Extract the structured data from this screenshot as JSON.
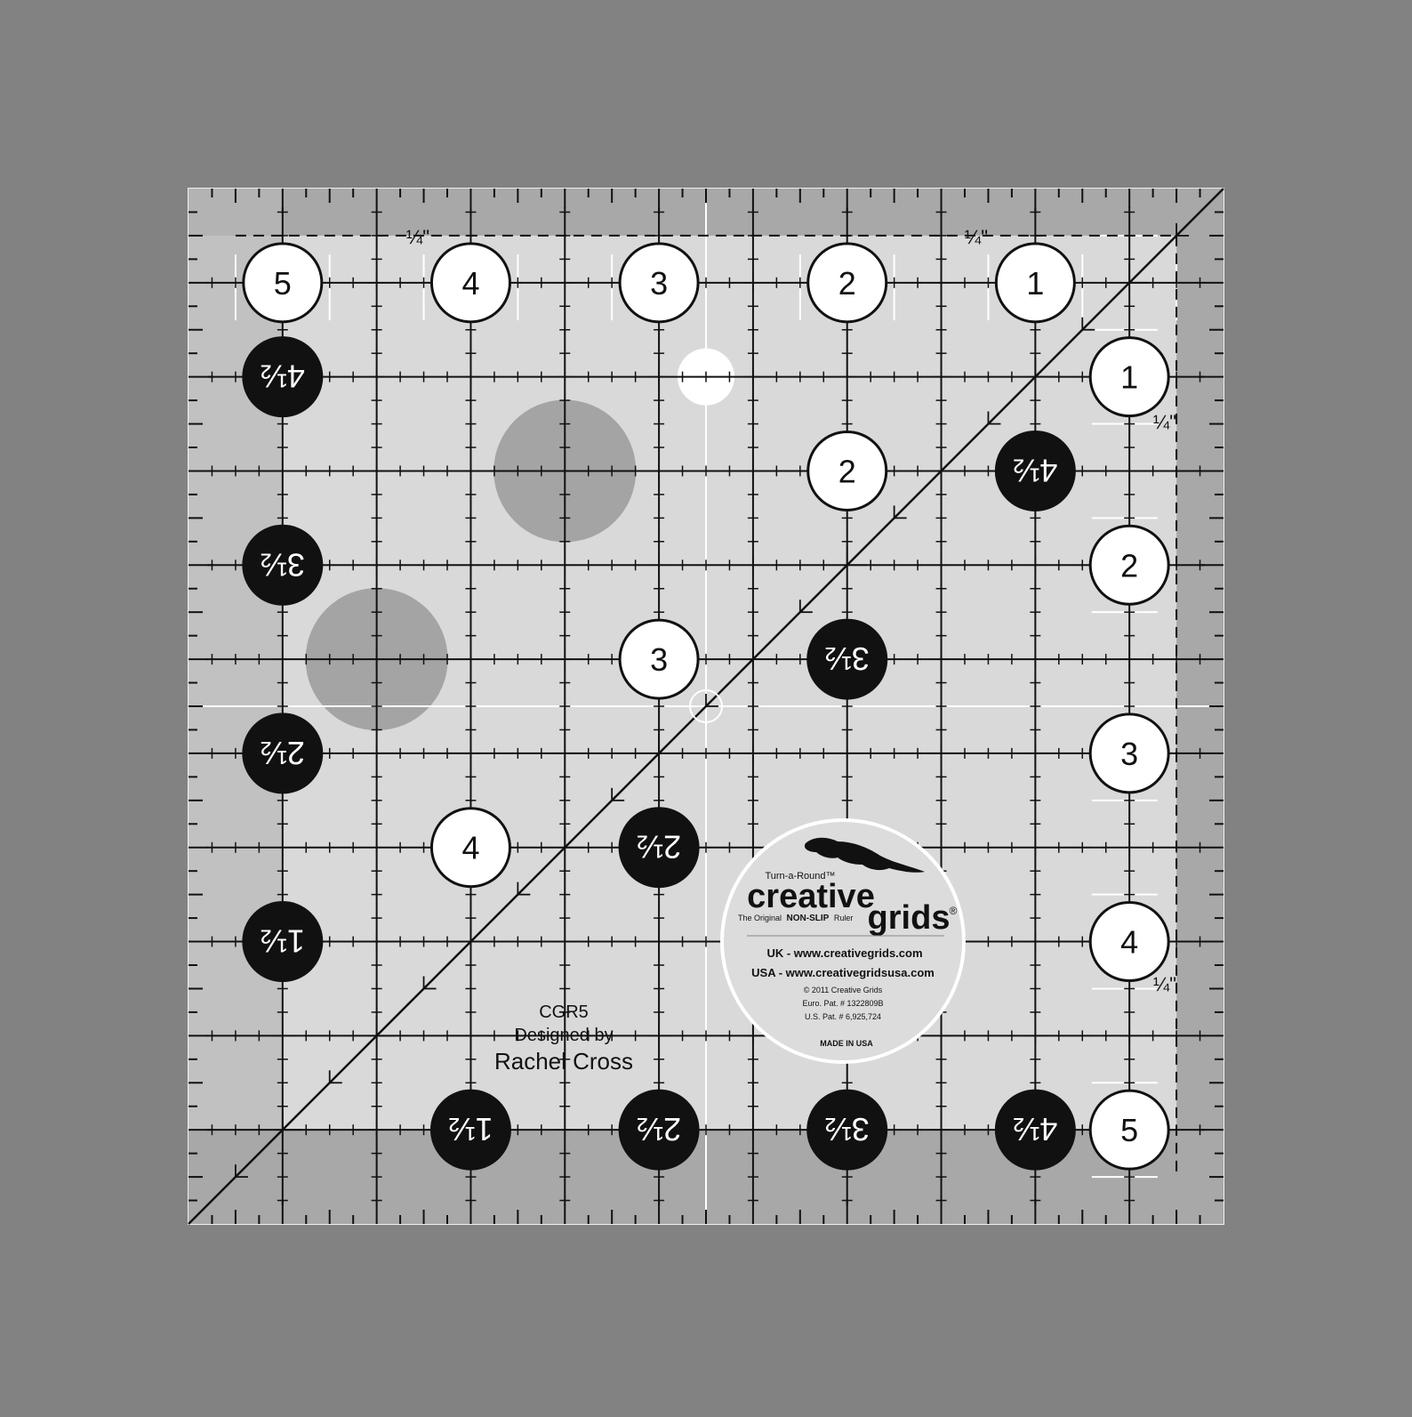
{
  "colors": {
    "background": "#828282",
    "ruler_light": "#d6d6d6",
    "ruler_band": "#a8a8a8",
    "line": "#111111",
    "white_marker": "#ffffff",
    "black_marker": "#111111"
  },
  "ruler": {
    "size_inches": 5.5,
    "top_numbers": [
      "5",
      "4",
      "3",
      "2",
      "1"
    ],
    "right_numbers": [
      "1",
      "2",
      "3",
      "4",
      "5"
    ],
    "left_half_numbers": [
      "4½",
      "3½",
      "2½",
      "1½"
    ],
    "bottom_half_numbers": [
      "1½",
      "2½",
      "3½",
      "4½"
    ],
    "diagonal_white_numbers": [
      "2",
      "3",
      "4"
    ],
    "diagonal_black_numbers": [
      "4½",
      "3½",
      "2½"
    ],
    "quarter_inch_label": "¼\""
  },
  "designer": {
    "model": "CGR5",
    "designed_by": "Designed by",
    "name": "Rachel Cross"
  },
  "logo": {
    "tagline_top": "Turn-a-Round™",
    "brand_word1": "creative",
    "brand_word2": "grids",
    "registered": "®",
    "subtitle_pre": "The Original",
    "subtitle_bold": "NON-SLIP",
    "subtitle_post": "Ruler",
    "uk_site": "UK - www.creativegrids.com",
    "usa_site": "USA - www.creativegridsusa.com",
    "copyright": "© 2011 Creative Grids",
    "euro_patent": "Euro. Pat. # 1322809B",
    "us_patent": "U.S. Pat. # 6,925,724",
    "made_in": "MADE IN USA"
  }
}
